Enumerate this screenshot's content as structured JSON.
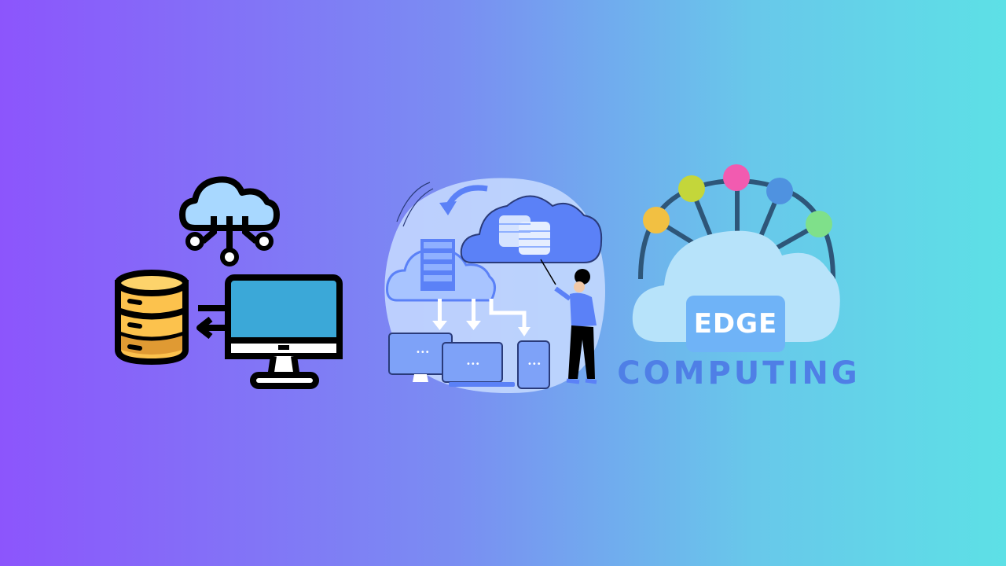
{
  "banner": {
    "gradient": {
      "start": "#8c55fc",
      "end": "#5de0e6"
    }
  },
  "illustrations": [
    {
      "name": "cloud-database-monitor",
      "icons": [
        "cloud-network-icon",
        "database-icon",
        "exchange-arrows-icon",
        "monitor-icon"
      ]
    },
    {
      "name": "cloud-sync-devices",
      "icons": [
        "cloud-storage-icon",
        "server-rack-icon",
        "laptop-icon",
        "tablet-icon",
        "person-icon"
      ]
    },
    {
      "name": "edge-computing-logo",
      "icons": [
        "cloud-icon",
        "network-nodes-icon"
      ]
    }
  ],
  "edge_logo": {
    "word_top": "EDGE",
    "word_bottom": "COMPUTING",
    "node_colors": [
      "#f2c042",
      "#c4d63a",
      "#f25bb0",
      "#4f92e0",
      "#7fe08a"
    ],
    "text_color": "#4f7fe6",
    "badge_color": "#6fb3f7",
    "cloud_color": "#b7e3fa"
  },
  "palette": {
    "outline": "#000000",
    "database_fill": "#fcc24d",
    "monitor_screen": "#3ba8d8",
    "cloud_light": "#b8d5ff",
    "cloud_blue": "#5b81f7"
  }
}
